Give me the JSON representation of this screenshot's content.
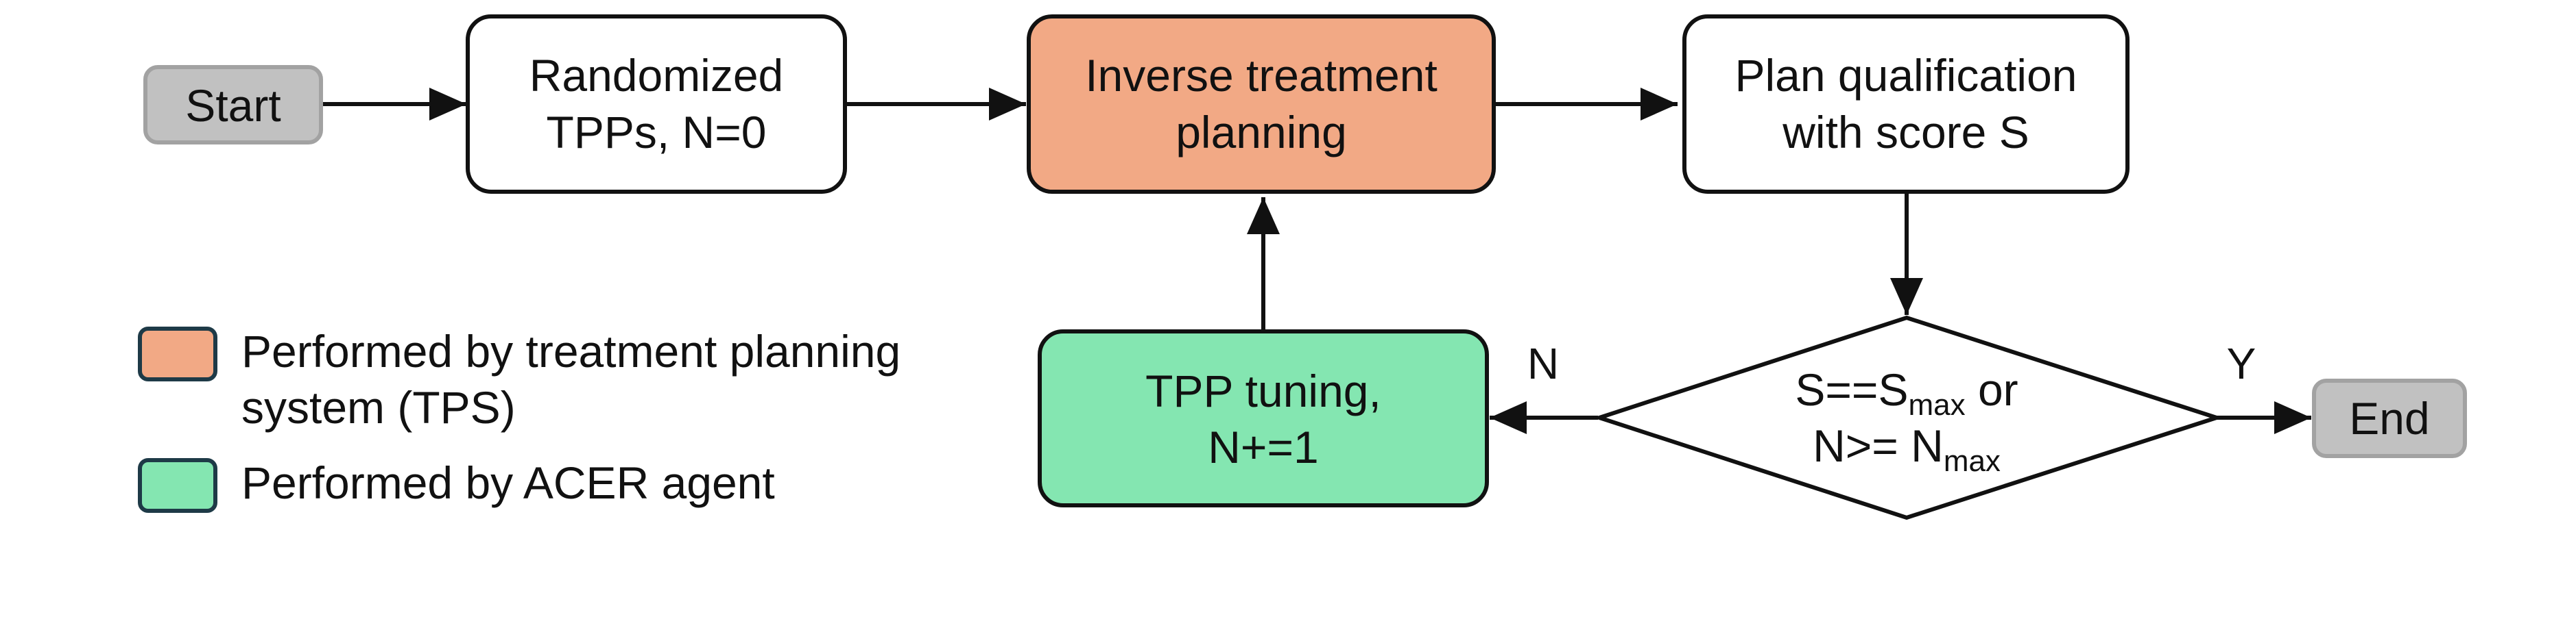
{
  "colors": {
    "tps": "#f2a985",
    "agent": "#84e6b1",
    "terminal": "#c1c1c1",
    "terminal_border": "#a2a2a2",
    "node_border": "#111111",
    "legend_border": "#1e3a47",
    "arrow": "#111111"
  },
  "nodes": {
    "start": "Start",
    "randomized": [
      "Randomized",
      "TPPs, N=0"
    ],
    "inverse": [
      "Inverse treatment",
      "planning"
    ],
    "qualification": [
      "Plan qualification",
      "with score S"
    ],
    "decision": {
      "line1_prefix": "S==S",
      "line1_sub": "max",
      "line1_suffix": " or",
      "line2_prefix": "N>= N",
      "line2_sub": "max"
    },
    "tuning": [
      "TPP tuning,",
      "N+=1"
    ],
    "end": "End"
  },
  "edge_labels": {
    "no": "N",
    "yes": "Y"
  },
  "legend": {
    "tps": [
      "Performed by treatment planning",
      "system (TPS)"
    ],
    "agent": "Performed by ACER agent"
  }
}
